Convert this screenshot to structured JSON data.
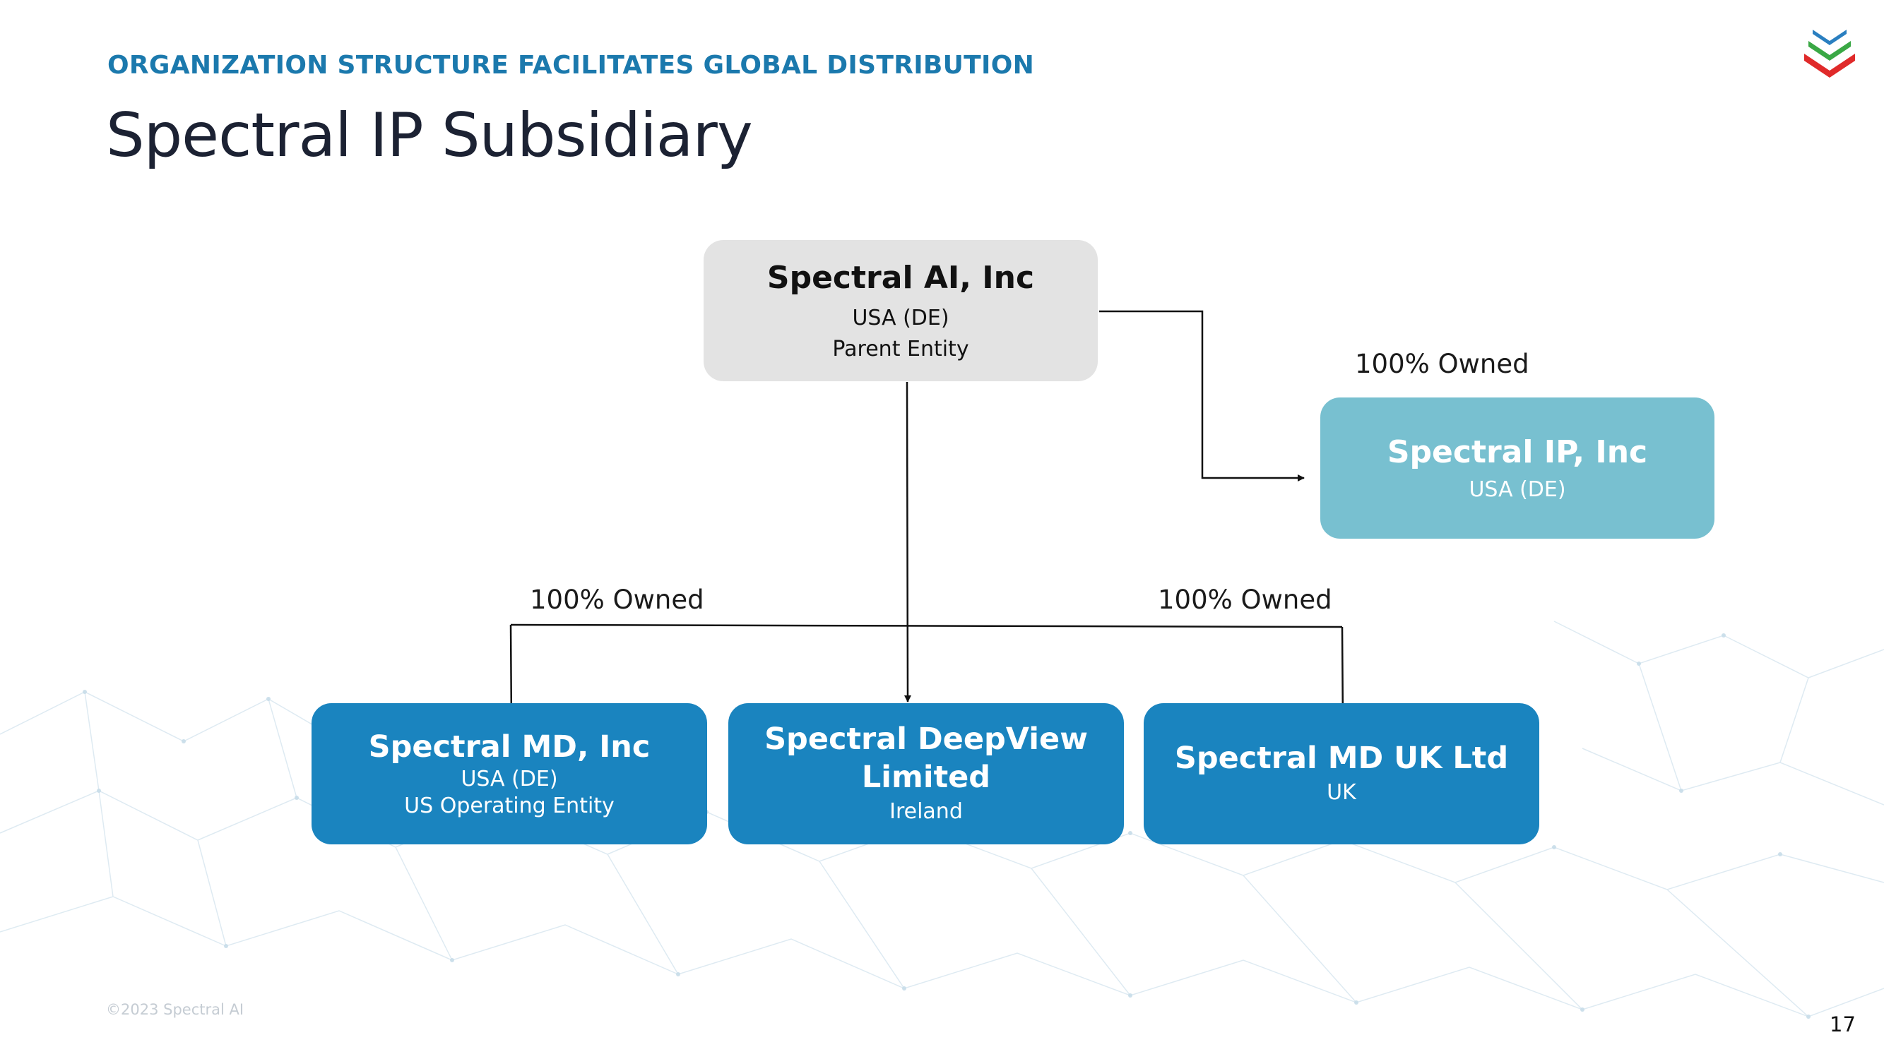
{
  "header": {
    "eyebrow": "ORGANIZATION STRUCTURE FACILITATES GLOBAL DISTRIBUTION",
    "title": "Spectral IP Subsidiary"
  },
  "logo": {
    "icon": "spectral-chevron-logo",
    "colors": [
      "#2a7fc0",
      "#3aa845",
      "#e02a2a"
    ]
  },
  "org_chart": {
    "parent": {
      "name": "Spectral AI, Inc",
      "jurisdiction": "USA (DE)",
      "role": "Parent Entity"
    },
    "ip_subsidiary": {
      "name": "Spectral IP, Inc",
      "jurisdiction": "USA (DE)",
      "ownership": "100% Owned"
    },
    "subsidiaries": [
      {
        "name": "Spectral MD, Inc",
        "jurisdiction": "USA (DE)",
        "role": "US Operating Entity",
        "ownership": "100% Owned"
      },
      {
        "name_line1": "Spectral DeepView",
        "name_line2": "Limited",
        "jurisdiction": "Ireland"
      },
      {
        "name": "Spectral MD UK Ltd",
        "jurisdiction": "UK",
        "ownership": "100% Owned"
      }
    ]
  },
  "colors": {
    "accent": "#1b79ad",
    "parent_box": "#e3e3e3",
    "ip_box": "#78c0d0",
    "subsidiary_box": "#1a84bf"
  },
  "footer": {
    "copyright": "©2023 Spectral AI",
    "page_number": "17"
  }
}
